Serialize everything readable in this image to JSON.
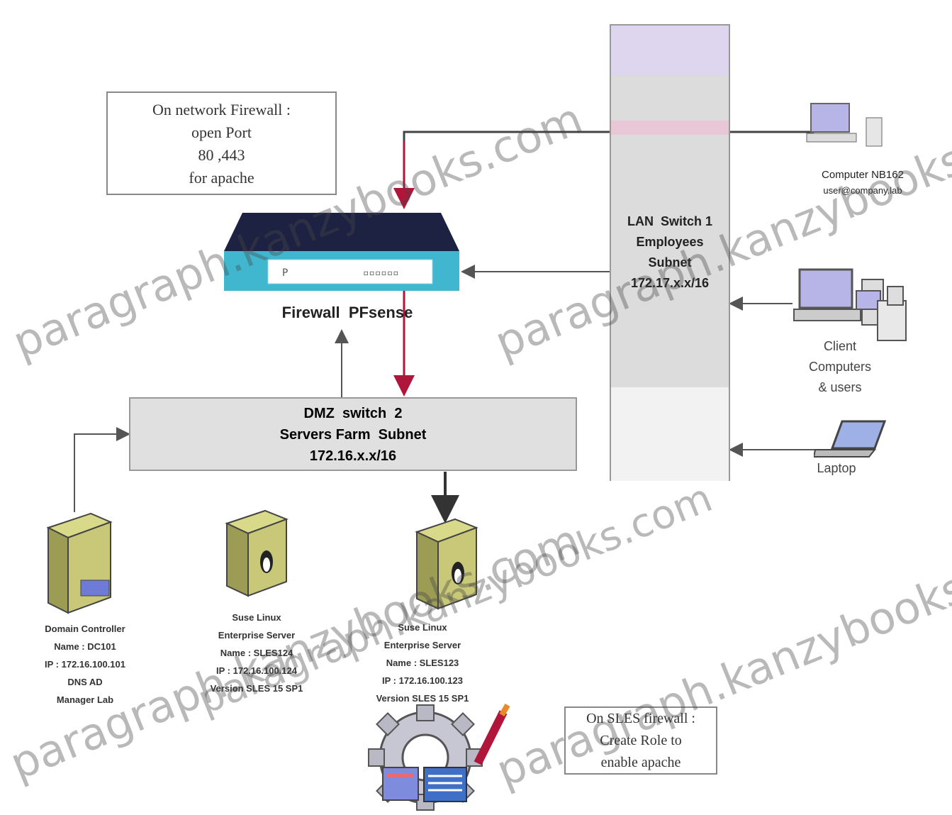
{
  "notes": {
    "network_firewall": [
      "On network Firewall :",
      "open Port",
      "80 ,443",
      "for apache"
    ],
    "sles_firewall": [
      "On SLES firewall :",
      "Create Role to",
      "enable apache"
    ]
  },
  "firewall": {
    "label": "Firewall  PFsense"
  },
  "dmz_switch": {
    "lines": [
      "DMZ  switch  2",
      "Servers Farm  Subnet",
      "172.16.x.x/16"
    ]
  },
  "lan_switch": {
    "lines": [
      "LAN  Switch 1",
      "Employees",
      "Subnet",
      "172.17.x.x/16"
    ]
  },
  "devices": {
    "computer": {
      "lines": [
        "Computer NB162",
        "user@company.lab"
      ]
    },
    "client": {
      "lines": [
        "Client",
        "Computers",
        "& users"
      ]
    },
    "laptop": {
      "lines": [
        "Laptop"
      ]
    }
  },
  "servers": [
    {
      "lines": [
        "Domain Controller",
        "Name : DC101",
        "IP : 172.16.100.101",
        "DNS AD",
        "Manager Lab"
      ]
    },
    {
      "lines": [
        "Suse Linux",
        "Enterprise Server",
        "Name : SLES124",
        "IP : 172.16.100.124",
        "Version SLES 15 SP1"
      ]
    },
    {
      "lines": [
        "Suse Linux",
        "Enterprise Server",
        "Name : SLES123",
        "IP : 172.16.100.123",
        "Version SLES 15 SP1"
      ]
    }
  ],
  "watermarks": [
    "paragraph.kanzybooks.com",
    "paragraph.kanzybooks.com",
    "paragraph.kanzybooks.com",
    "paragraph.kanzybooks.com",
    "paragraph.kanzybooks.com"
  ],
  "colors": {
    "red_arrow": "#b0153a",
    "dark_arrow": "#333333",
    "lan_switch_fill": "#dcdcdc",
    "dmz_fill": "#e0e0e0"
  }
}
